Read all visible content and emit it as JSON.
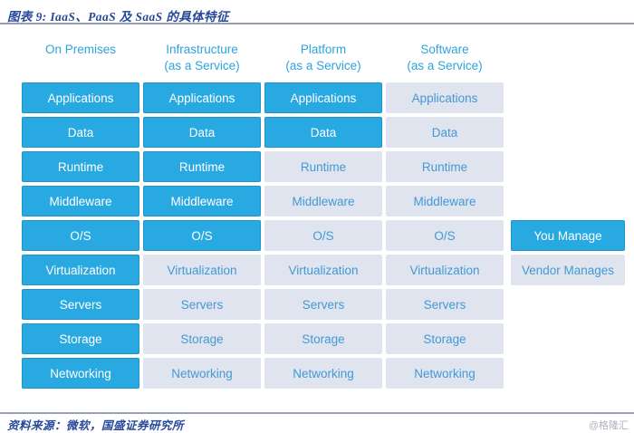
{
  "figure": {
    "title": "图表 9: IaaS、PaaS 及 SaaS 的具体特征",
    "source": "资料来源：微软，国盛证券研究所",
    "watermark": "@格隆汇"
  },
  "colors": {
    "manage_fill": "#29A9E1",
    "manage_text": "#FFFFFF",
    "vendor_fill": "#DFE4EE",
    "vendor_text": "#4399D6",
    "header_text": "#2EA3DD",
    "title_text": "#27499A",
    "rule_color": "#97A0B0",
    "watermark_text": "#ADB2BC"
  },
  "chart_data": {
    "type": "table",
    "title": "IaaS、PaaS 及 SaaS 的具体特征",
    "columns": [
      {
        "label": "On Premises",
        "sublabel": "",
        "you_manage_rows": 9
      },
      {
        "label": "Infrastructure",
        "sublabel": "(as a Service)",
        "you_manage_rows": 5
      },
      {
        "label": "Platform",
        "sublabel": "(as a Service)",
        "you_manage_rows": 2
      },
      {
        "label": "Software",
        "sublabel": "(as a Service)",
        "you_manage_rows": 0
      }
    ],
    "rows": [
      "Applications",
      "Data",
      "Runtime",
      "Middleware",
      "O/S",
      "Virtualization",
      "Servers",
      "Storage",
      "Networking"
    ],
    "legend": [
      {
        "label": "You Manage",
        "kind": "manage",
        "aligned_row": "O/S"
      },
      {
        "label": "Vendor Manages",
        "kind": "vendor",
        "aligned_row": "Virtualization"
      }
    ],
    "layout": {
      "legend_position": "right",
      "grid": "off"
    }
  }
}
